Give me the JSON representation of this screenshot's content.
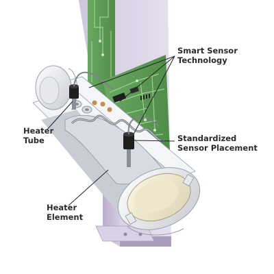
{
  "labels": {
    "smart_sensor": [
      "Smart Sensor",
      "Technology"
    ],
    "standardized": [
      "Standardized",
      "Sensor Placement"
    ],
    "heater_tube": [
      "Heater",
      "Tube"
    ],
    "heater_element": [
      "Heater",
      "Element"
    ]
  },
  "colors": {
    "pcb_green": "#5a9a54",
    "pcb_trace": "#9ed08f",
    "panel_lavender": "#d8d0e4",
    "tube_silver": "#e4e6ea",
    "tube_inner": "#f2ecd6",
    "sensor_black": "#1e1e1e",
    "callout_line": "#222222",
    "label_text": "#2a2a2a"
  }
}
